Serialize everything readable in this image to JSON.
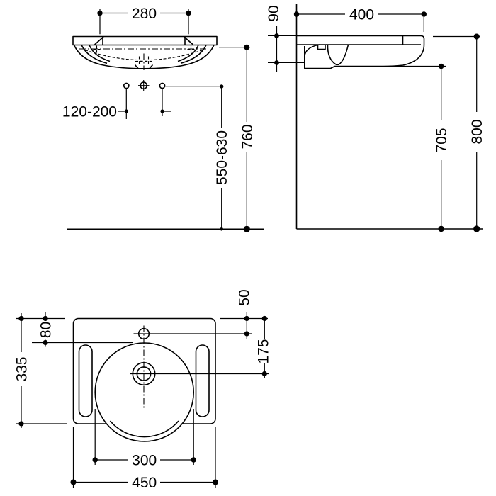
{
  "meta": {
    "background": "#ffffff",
    "line_color": "#000000"
  },
  "views": {
    "front": {
      "dims": {
        "width": "280",
        "fixing_spread": "120-200",
        "mounting_height": "550-630",
        "rim_height": "760"
      }
    },
    "side": {
      "dims": {
        "apron_depth": "90",
        "basin_depth": "400",
        "underside_clearance": "705",
        "overall_height": "800"
      }
    },
    "plan": {
      "dims": {
        "tap_hole_offset": "50",
        "drain_offset": "175",
        "bowl_edge_offset": "80",
        "overall_depth": "335",
        "bowl_diameter": "300",
        "overall_width": "450"
      }
    }
  }
}
